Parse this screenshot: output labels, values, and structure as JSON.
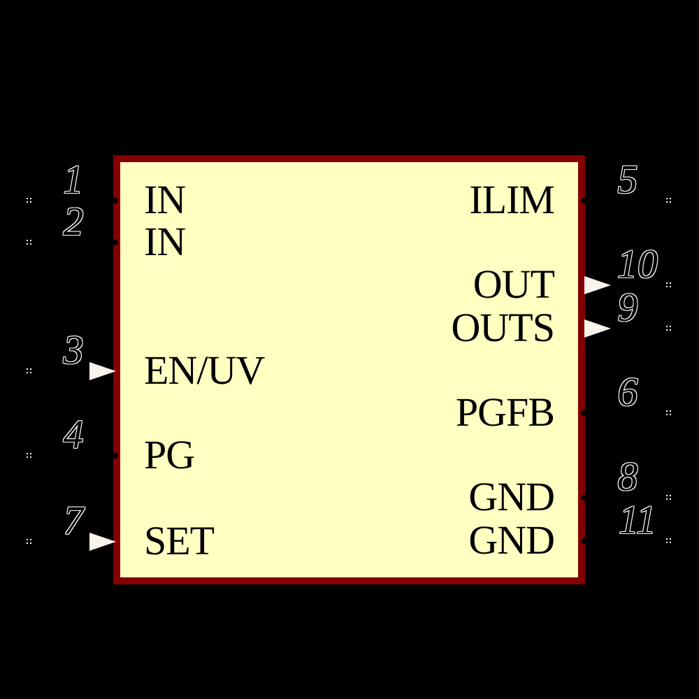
{
  "component": {
    "kind": "schematic-symbol"
  },
  "colors": {
    "background": "#000000",
    "body_fill": "#FFFFC2",
    "body_border": "#840000",
    "arrow_fill": "#FAF4ED",
    "pin_number_outline": "#FFFFFF",
    "pin_name_color": "#000000",
    "pin_end_mark_color": "#FFFFFF"
  },
  "pins": {
    "left": [
      {
        "number": "1",
        "name": "IN",
        "shape": "line"
      },
      {
        "number": "2",
        "name": "IN",
        "shape": "line"
      },
      {
        "number": "3",
        "name": "EN/UV",
        "shape": "input-arrow"
      },
      {
        "number": "4",
        "name": "PG",
        "shape": "line"
      },
      {
        "number": "7",
        "name": "SET",
        "shape": "input-arrow"
      }
    ],
    "right": [
      {
        "number": "5",
        "name": "ILIM",
        "shape": "line"
      },
      {
        "number": "10",
        "name": "OUT",
        "shape": "output-arrow"
      },
      {
        "number": "9",
        "name": "OUTS",
        "shape": "output-arrow"
      },
      {
        "number": "6",
        "name": "PGFB",
        "shape": "line"
      },
      {
        "number": "8",
        "name": "GND",
        "shape": "line"
      },
      {
        "number": "11",
        "name": "GND",
        "shape": "line"
      }
    ]
  }
}
